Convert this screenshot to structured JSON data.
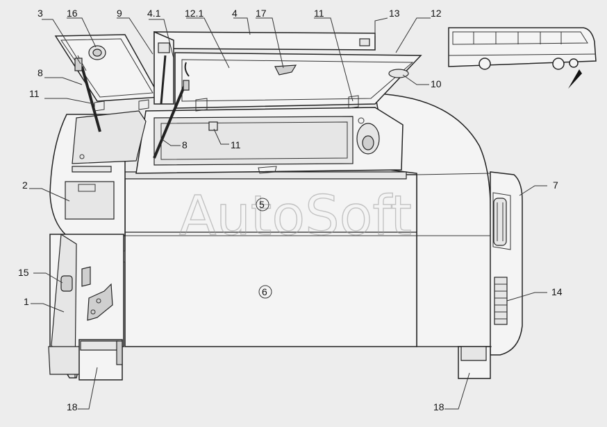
{
  "watermark": "AutoSoft",
  "callouts": [
    {
      "id": "c3",
      "text": "3"
    },
    {
      "id": "c16",
      "text": "16"
    },
    {
      "id": "c9",
      "text": "9"
    },
    {
      "id": "c4_1",
      "text": "4.1"
    },
    {
      "id": "c12_1",
      "text": "12.1"
    },
    {
      "id": "c4",
      "text": "4"
    },
    {
      "id": "c17",
      "text": "17"
    },
    {
      "id": "c11a",
      "text": "11"
    },
    {
      "id": "c13",
      "text": "13"
    },
    {
      "id": "c12",
      "text": "12"
    },
    {
      "id": "c8a",
      "text": "8"
    },
    {
      "id": "c11b",
      "text": "11"
    },
    {
      "id": "c10",
      "text": "10"
    },
    {
      "id": "c8b",
      "text": "8"
    },
    {
      "id": "c11c",
      "text": "11"
    },
    {
      "id": "c2",
      "text": "2"
    },
    {
      "id": "c5",
      "text": "5"
    },
    {
      "id": "c7",
      "text": "7"
    },
    {
      "id": "c15",
      "text": "15"
    },
    {
      "id": "c6",
      "text": "6"
    },
    {
      "id": "c14",
      "text": "14"
    },
    {
      "id": "c1",
      "text": "1"
    },
    {
      "id": "c18a",
      "text": "18"
    },
    {
      "id": "c18b",
      "text": "18"
    }
  ]
}
